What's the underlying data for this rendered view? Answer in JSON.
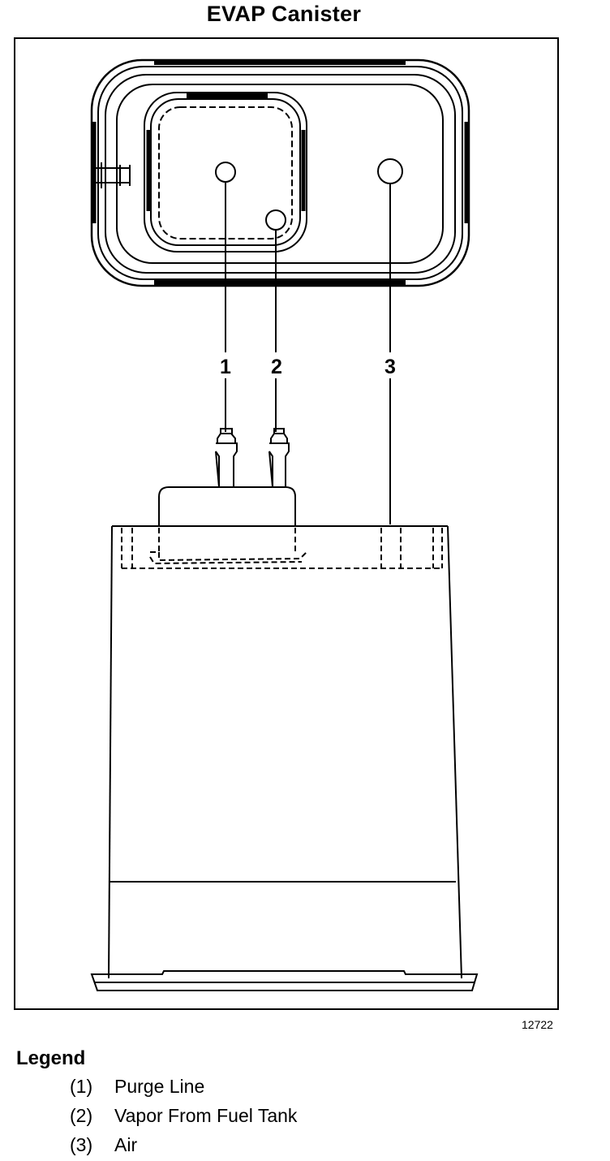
{
  "title": "EVAP Canister",
  "figure_number": "12722",
  "callouts": [
    "1",
    "2",
    "3"
  ],
  "legend": {
    "heading": "Legend",
    "items": [
      {
        "num": "(1)",
        "label": "Purge Line"
      },
      {
        "num": "(2)",
        "label": "Vapor From Fuel Tank"
      },
      {
        "num": "(3)",
        "label": "Air"
      }
    ]
  }
}
